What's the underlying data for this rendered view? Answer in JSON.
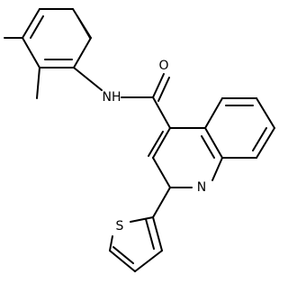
{
  "molecule": {
    "atoms": {
      "n_amide": "NH",
      "o_carbonyl": "O",
      "n_quinoline": "N",
      "s_thiophene": "S"
    }
  }
}
